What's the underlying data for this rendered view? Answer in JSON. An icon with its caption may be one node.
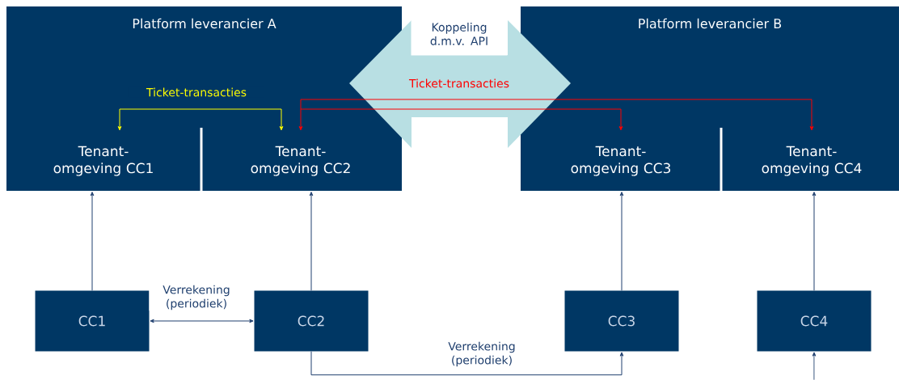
{
  "diagram": {
    "nodes": [
      {
        "text": [
          "Platform leverancier A"
        ]
      },
      {
        "text": [
          "Tenant-omgeving CC1"
        ],
        "in": 0
      },
      {
        "text": [
          "Tenant-omgeving CC2"
        ],
        "in": 0
      },
      {
        "text": [
          "Koppeling d.m.v. API"
        ]
      },
      {
        "text": [
          "Platform leverancier B"
        ]
      },
      {
        "text": [
          "Tenant-omgeving CC3"
        ],
        "in": 4
      },
      {
        "text": [
          "Tenant-omgeving CC4"
        ],
        "in": 4
      },
      {
        "text": [
          "CC1"
        ]
      },
      {
        "text": [
          "CC2"
        ]
      },
      {
        "text": [
          "CC3"
        ]
      },
      {
        "text": [
          "CC4"
        ]
      }
    ],
    "edges": [
      {
        "from": 1,
        "to": 2,
        "arrow": "both",
        "label": "Ticket-transacties",
        "color": "#ffff00"
      },
      {
        "from": 2,
        "to": 5,
        "arrow": "both",
        "label": "Ticket-transacties",
        "color": "#ff0000"
      },
      {
        "from": 2,
        "to": 6,
        "arrow": "both",
        "color": "#ff0000"
      },
      {
        "from": 7,
        "to": 1,
        "arrow": "to"
      },
      {
        "from": 8,
        "to": 2,
        "arrow": "to"
      },
      {
        "from": 9,
        "to": 5,
        "arrow": "to"
      },
      {
        "from": 10,
        "to": 6,
        "arrow": "to"
      },
      {
        "from": 7,
        "to": 8,
        "arrow": "both",
        "label": "Verrekening (periodiek)"
      },
      {
        "from": 8,
        "to": 9,
        "arrow": "to",
        "label": "Verrekening (periodiek)"
      },
      {
        "from": null,
        "to": 10,
        "arrow": "to"
      }
    ]
  }
}
